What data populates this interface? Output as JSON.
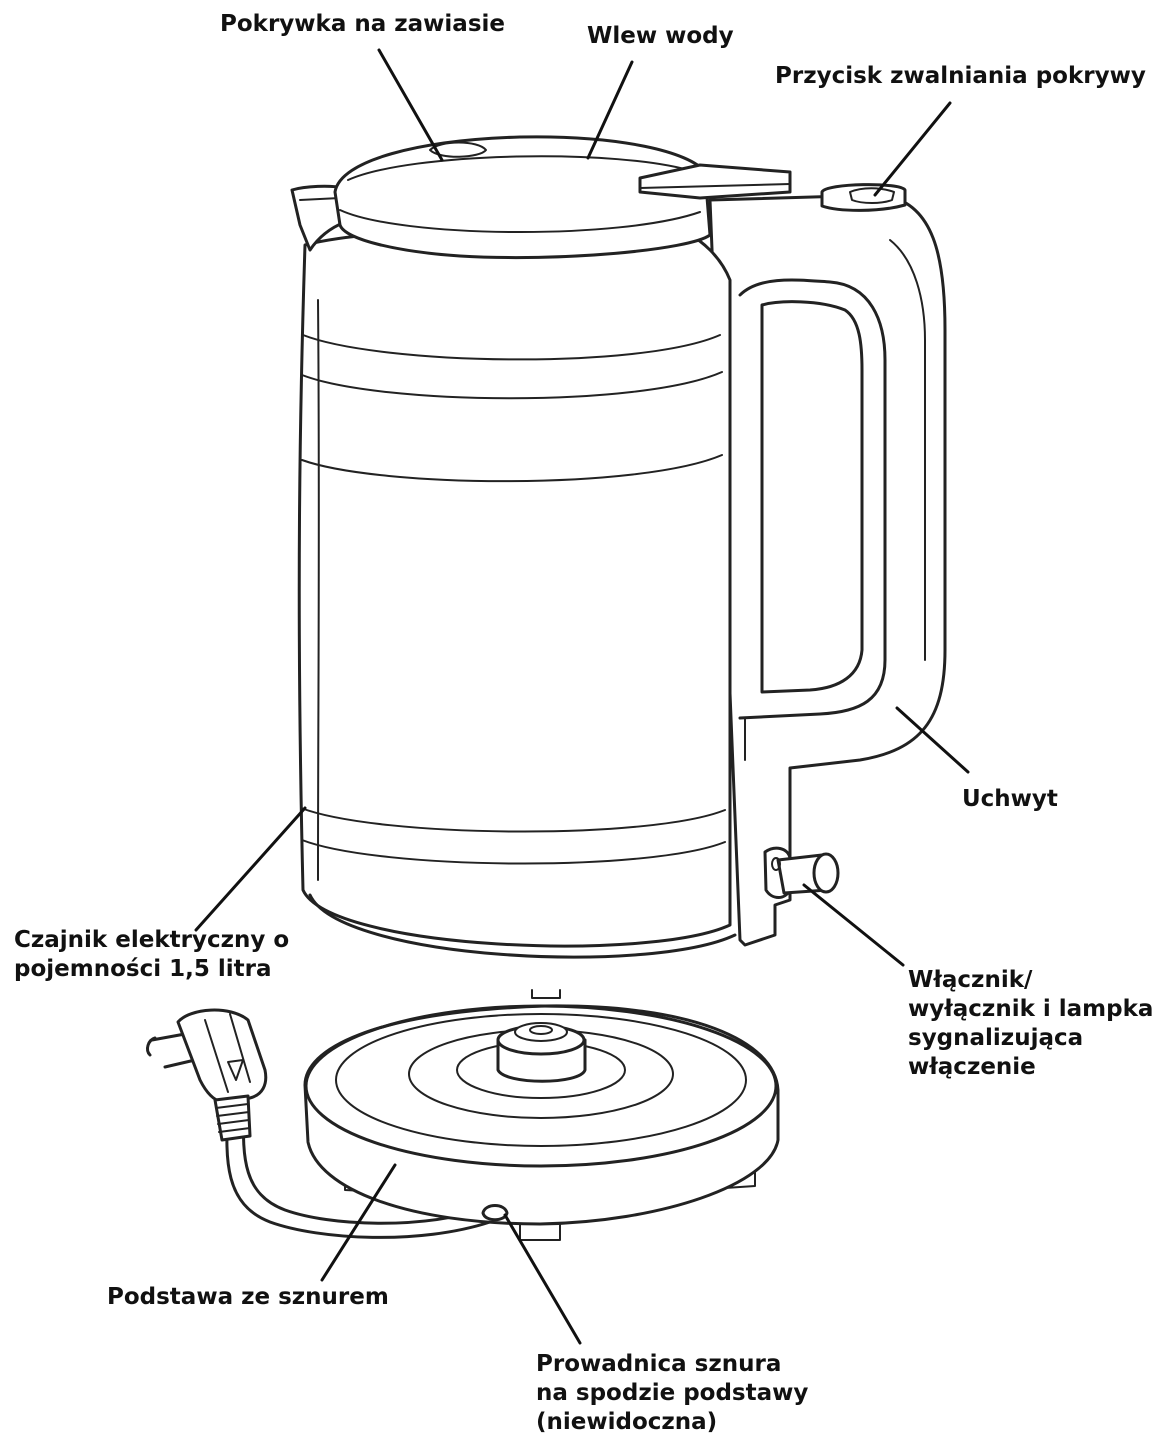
{
  "labels": {
    "lid": "Pokrywka na zawiasie",
    "spout": "Wlew wody",
    "release": "Przycisk zwalniania pokrywy",
    "handle": "Uchwyt",
    "kettle": [
      "Czajnik elektryczny o",
      "pojemności 1,5 litra"
    ],
    "switch": [
      "Włącznik/",
      "wyłącznik i lampka",
      "sygnalizująca",
      "włączenie"
    ],
    "base": "Podstawa ze sznurem",
    "guide": [
      "Prowadnica sznura",
      "na spodzie podstawy",
      "(niewidoczna)"
    ]
  }
}
